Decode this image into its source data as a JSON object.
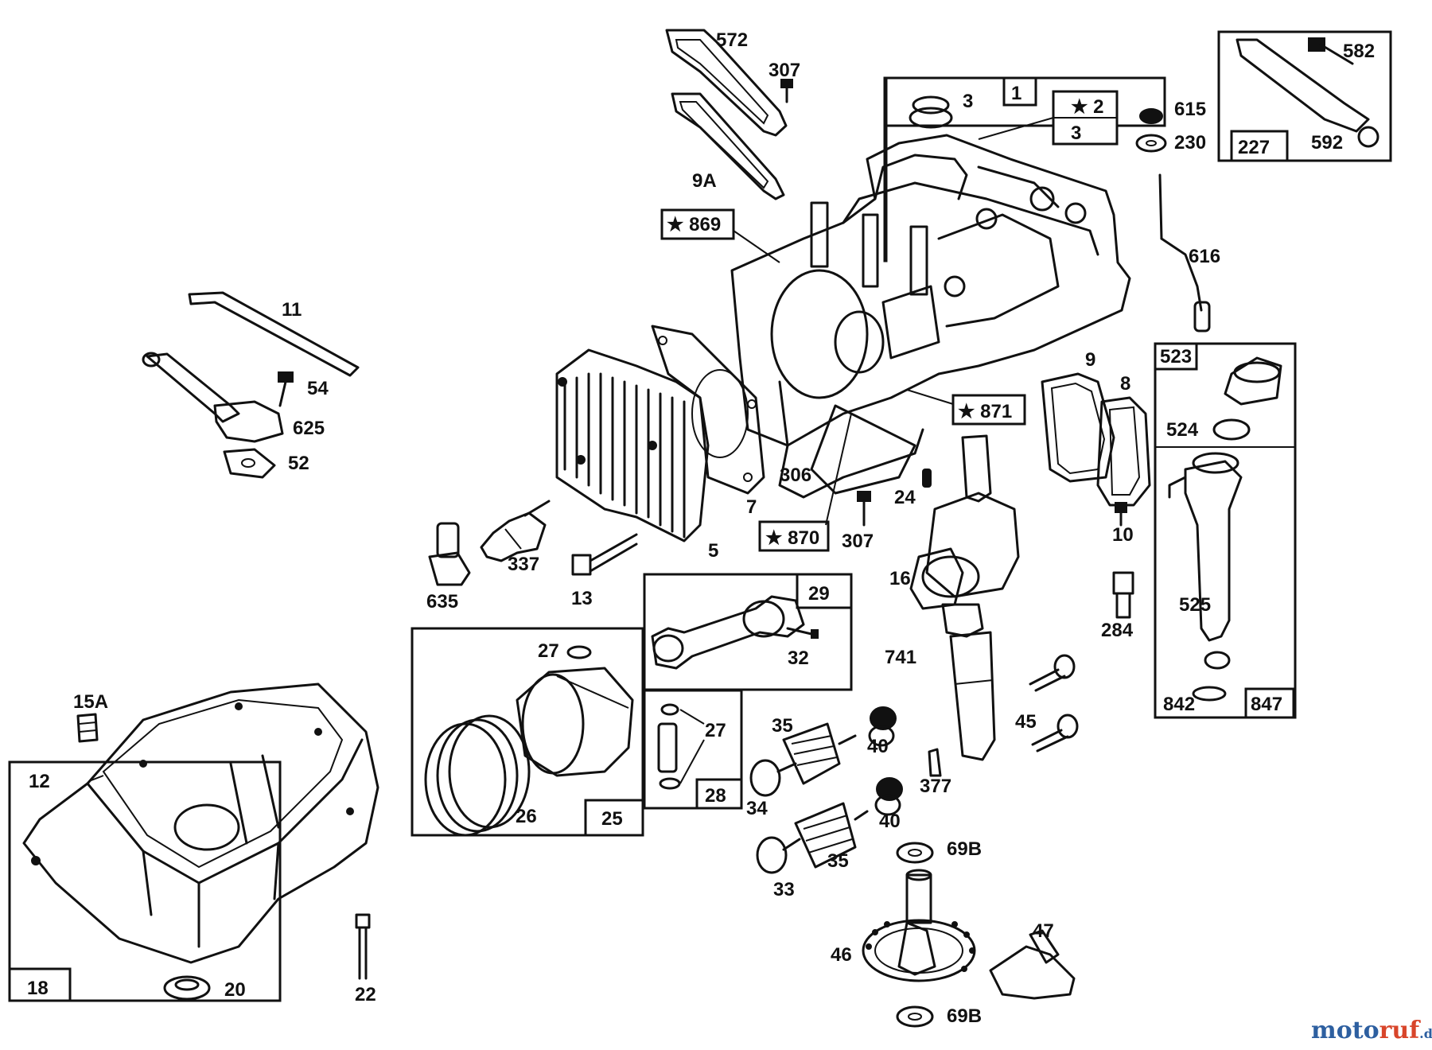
{
  "diagram": {
    "labels": {
      "l572": "572",
      "l307a": "307",
      "l9a": "9A",
      "l869": "★ 869",
      "l1": "1",
      "l3a": "3",
      "l2": "★ 2",
      "l3b": "3",
      "l615": "615",
      "l230": "230",
      "l582": "582",
      "l227": "227",
      "l592": "592",
      "l616": "616",
      "l11": "11",
      "l54": "54",
      "l625": "625",
      "l52": "52",
      "l9": "9",
      "l8": "8",
      "l871": "★ 871",
      "l306": "306",
      "l7": "7",
      "l24": "24",
      "l307b": "307",
      "l870": "★ 870",
      "l10": "10",
      "l523": "523",
      "l524": "524",
      "l525": "525",
      "l842": "842",
      "l847": "847",
      "l337": "337",
      "l5": "5",
      "l635": "635",
      "l13": "13",
      "l16": "16",
      "l741": "741",
      "l284": "284",
      "l29": "29",
      "l32": "32",
      "l27a": "27",
      "l27b": "27",
      "l28": "28",
      "l26": "26",
      "l25": "25",
      "l15a": "15A",
      "l12": "12",
      "l18": "18",
      "l20": "20",
      "l22": "22",
      "l35a": "35",
      "l40a": "40",
      "l34": "34",
      "l40b": "40",
      "l377": "377",
      "l45": "45",
      "l35b": "35",
      "l33": "33",
      "l69b_a": "69B",
      "l46": "46",
      "l47": "47",
      "l69b_b": "69B"
    }
  },
  "watermark": {
    "part1": "moto",
    "part2": "ruf",
    "part3": ".de"
  }
}
